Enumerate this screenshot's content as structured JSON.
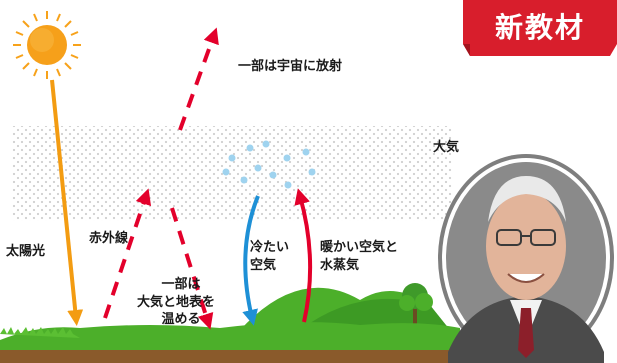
{
  "banner": {
    "text": "新教材"
  },
  "labels": {
    "space_escape": "一部は宇宙に放射",
    "atmosphere": "大気",
    "sunlight": "太陽光",
    "infrared": "赤外線",
    "warms_line1": "一部は",
    "warms_line2": "大気と地表を",
    "warms_line3": "温める",
    "cold_air_line1": "冷たい",
    "cold_air_line2": "空気",
    "warm_air_line1": "暖かい空気と",
    "warm_air_line2": "水蒸気"
  },
  "colors": {
    "sun": "#f7a21a",
    "sunlight_arrow": "#f39c12",
    "infrared_arrow": "#e3002b",
    "cold_arrow": "#1e90d6",
    "warm_arrow": "#e3002b",
    "ground": "#4caf2a",
    "soil": "#8a5a2b",
    "atmosphere_dots": "#cfcfcf",
    "droplets": "#9fd3ef",
    "banner": "#d81e2c"
  },
  "icons": [
    "sun-icon",
    "tree-icon",
    "portrait-photo"
  ]
}
